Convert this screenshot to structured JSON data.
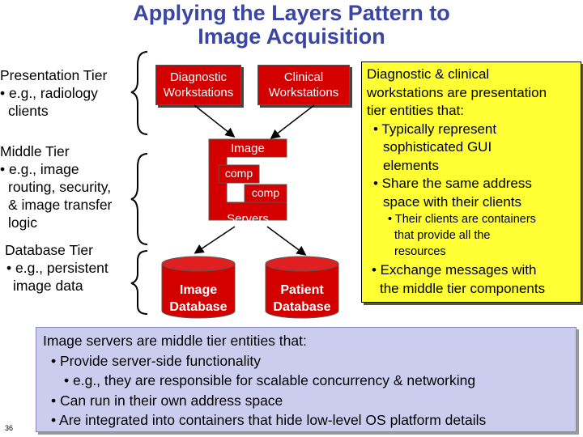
{
  "title": {
    "line1": "Applying the Layers Pattern to",
    "line2": "Image Acquisition"
  },
  "tiers": {
    "presentation": {
      "heading": "Presentation Tier",
      "bullet1": "• e.g., radiology",
      "bullet2": "clients"
    },
    "middle": {
      "heading": "Middle Tier",
      "bullet1": "• e.g., image",
      "bullet2": "routing, security,",
      "bullet3": "& image transfer",
      "bullet4": "logic"
    },
    "database": {
      "heading": "Database Tier",
      "bullet1": "• e.g., persistent",
      "bullet2": "image data"
    }
  },
  "diagram": {
    "diagnostic": {
      "line1": "Diagnostic",
      "line2": "Workstations"
    },
    "clinical": {
      "line1": "Clinical",
      "line2": "Workstations"
    },
    "image": "Image",
    "comp1": "comp",
    "comp2": "comp",
    "servers": "Servers",
    "image_db": {
      "line1": "Image",
      "line2": "Database"
    },
    "patient_db": {
      "line1": "Patient",
      "line2": "Database"
    }
  },
  "right_note": {
    "l1": "Diagnostic & clinical",
    "l2": "workstations are presentation",
    "l3": "tier entities that:",
    "l4": "• Typically represent",
    "l5": "sophisticated GUI",
    "l6": "elements",
    "l7": "• Share the same address",
    "l8": "space with their clients",
    "s1": "• Their clients are containers",
    "s2": "that provide all the",
    "s3": "resources",
    "l9": "• Exchange messages with",
    "l10": "the middle tier components"
  },
  "bottom_note": {
    "l1": "Image servers are middle tier entities that:",
    "l2": "• Provide server-side functionality",
    "l3": "• e.g., they are responsible for scalable concurrency & networking",
    "l4": "• Can run in their own address space",
    "l5": "• Are integrated into containers that hide low-level OS platform details"
  },
  "page_number": "36",
  "colors": {
    "title": "#3a46a4",
    "red": "#d40000",
    "yellow": "#ffff33",
    "blue": "#ccccee"
  }
}
